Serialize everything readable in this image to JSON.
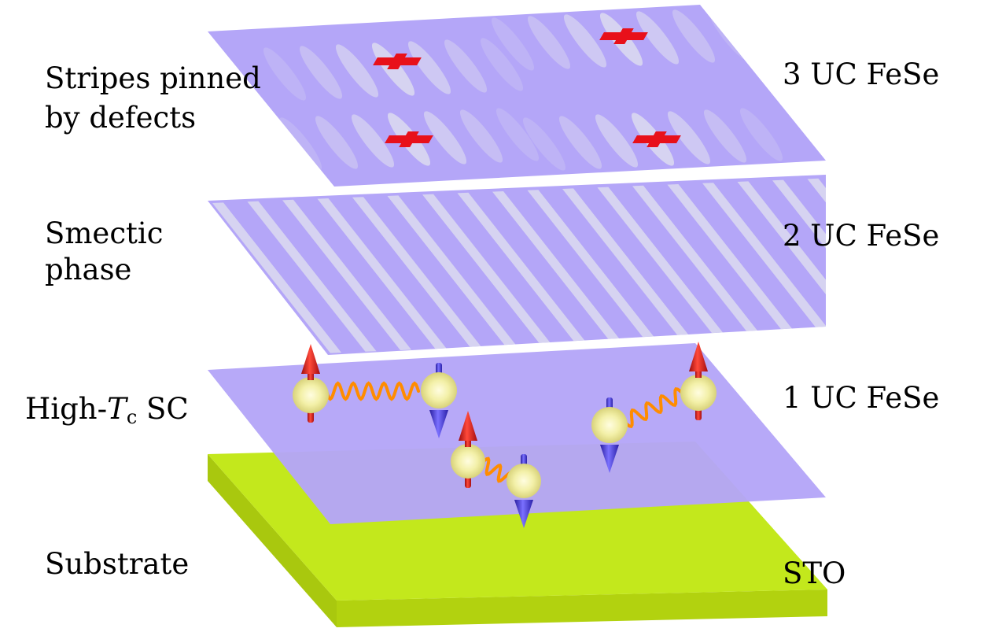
{
  "left_labels": {
    "layer3_line1": "Stripes pinned",
    "layer3_line2": "by defects",
    "layer2_line1": "Smectic",
    "layer2_line2": "phase",
    "layer1_prefix": "High-",
    "layer1_T": "T",
    "layer1_sub": "c",
    "layer1_suffix": " SC",
    "substrate": "Substrate"
  },
  "right_labels": {
    "layer3": "3 UC FeSe",
    "layer2": "2 UC FeSe",
    "layer1": "1 UC FeSe",
    "substrate": "STO"
  },
  "colors": {
    "fese_plane": "#b4a6f8",
    "stripe": "#dcdaf0",
    "substrate_top": "#c3e81c",
    "substrate_side": "#a9c80e",
    "defect": "#e8101a",
    "spring": "#ff8c00",
    "electron": "#f3f0a8",
    "spin_up": "#e41a1c",
    "spin_down": "#4a3fd0"
  },
  "icons": [
    "defect-cross-icon",
    "spin-up-arrow-icon",
    "spin-down-arrow-icon",
    "electron-sphere-icon",
    "spring-icon"
  ]
}
